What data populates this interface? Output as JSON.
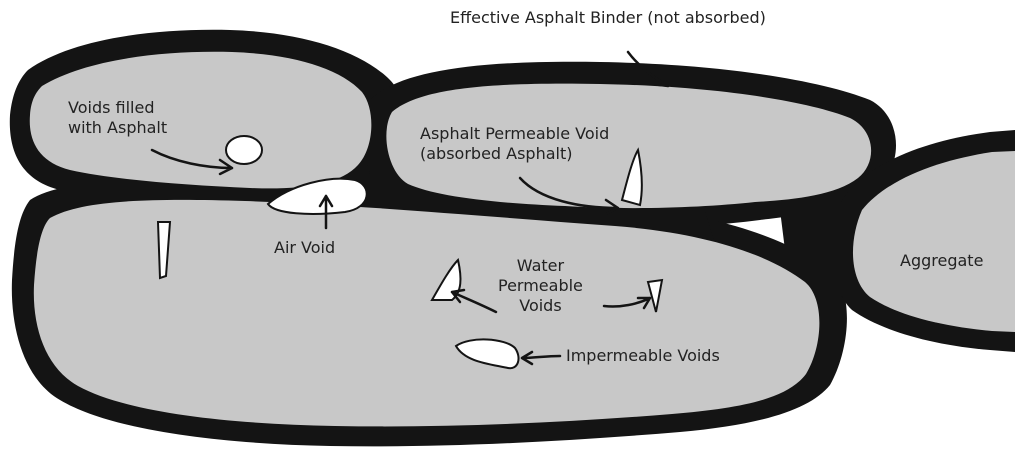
{
  "labels": {
    "effective_binder": "Effective Asphalt Binder (not absorbed)",
    "voids_filled_line1": "Voids filled",
    "voids_filled_line2": "with Asphalt",
    "permeable_line1": "Asphalt Permeable Void",
    "permeable_line2": "(absorbed Asphalt)",
    "air_void": "Air Void",
    "water_line1": "Water",
    "water_line2": "Permeable",
    "water_line3": "Voids",
    "impermeable": "Impermeable Voids",
    "aggregate": "Aggregate"
  },
  "colors": {
    "aggregate_fill": "#c8c8c8",
    "binder": "#141414",
    "void": "#ffffff"
  }
}
